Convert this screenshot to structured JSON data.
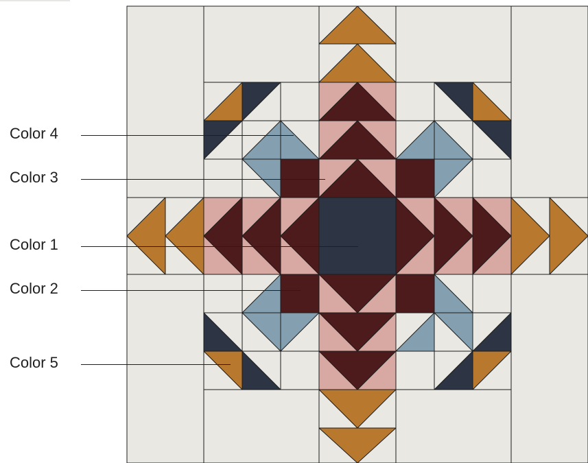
{
  "colors": {
    "background": "#e9e8e3",
    "color_1": "#2d3544",
    "color_2": "#4d1b1c",
    "color_3": "#d8a8a3",
    "color_4": "#84a0b0",
    "color_5": "#b8792f",
    "line": "#1c1c1c"
  },
  "legend": [
    {
      "label": "Color 4",
      "color_key": "color_4"
    },
    {
      "label": "Color 3",
      "color_key": "color_3"
    },
    {
      "label": "Color 1",
      "color_key": "color_1"
    },
    {
      "label": "Color 2",
      "color_key": "color_2"
    },
    {
      "label": "Color 5",
      "color_key": "color_5"
    }
  ]
}
